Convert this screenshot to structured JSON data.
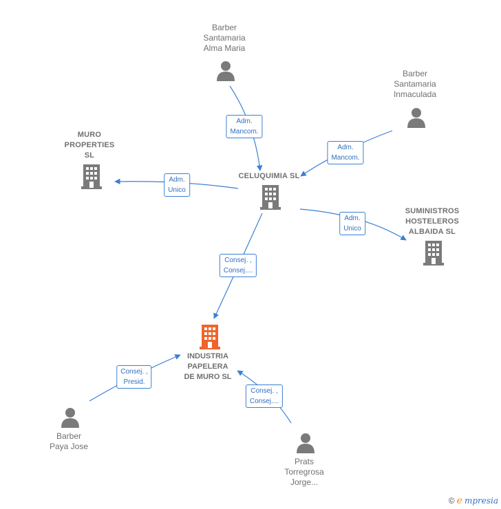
{
  "nodes": {
    "barber_alma": {
      "lines": [
        "Barber",
        "Santamaria",
        "Alma Maria"
      ],
      "type": "person"
    },
    "barber_inmaculada": {
      "lines": [
        "Barber",
        "Santamaria",
        "Inmaculada"
      ],
      "type": "person"
    },
    "muro_properties": {
      "lines": [
        "MURO",
        "PROPERTIES",
        "SL"
      ],
      "type": "company"
    },
    "celuquimia": {
      "lines": [
        "CELUQUIMIA SL"
      ],
      "type": "company"
    },
    "suministros": {
      "lines": [
        "SUMINISTROS",
        "HOSTELEROS",
        "ALBAIDA  SL"
      ],
      "type": "company"
    },
    "industria": {
      "lines": [
        "INDUSTRIA",
        "PAPELERA",
        "DE MURO  SL"
      ],
      "type": "company-focus"
    },
    "barber_paya": {
      "lines": [
        "Barber",
        "Paya Jose"
      ],
      "type": "person"
    },
    "prats": {
      "lines": [
        "Prats",
        "Torregrosa",
        "Jorge..."
      ],
      "type": "person"
    }
  },
  "edges": [
    {
      "id": "e1",
      "lines": [
        "Adm.",
        "Mancom."
      ]
    },
    {
      "id": "e2",
      "lines": [
        "Adm.",
        "Mancom."
      ]
    },
    {
      "id": "e3",
      "lines": [
        "Adm.",
        "Unico"
      ]
    },
    {
      "id": "e4",
      "lines": [
        "Adm.",
        "Unico"
      ]
    },
    {
      "id": "e5",
      "lines": [
        "Consej. ,",
        "Consej...."
      ]
    },
    {
      "id": "e6",
      "lines": [
        "Consej. ,",
        "Presid."
      ]
    },
    {
      "id": "e7",
      "lines": [
        "Consej. ,",
        "Consej...."
      ]
    }
  ],
  "colors": {
    "edge": "#3b7fd4",
    "icon": "#7a7a7a",
    "focus_icon": "#f0642a"
  },
  "footer": {
    "copyright": "©",
    "brand_e": "e",
    "brand": "mpresia"
  }
}
